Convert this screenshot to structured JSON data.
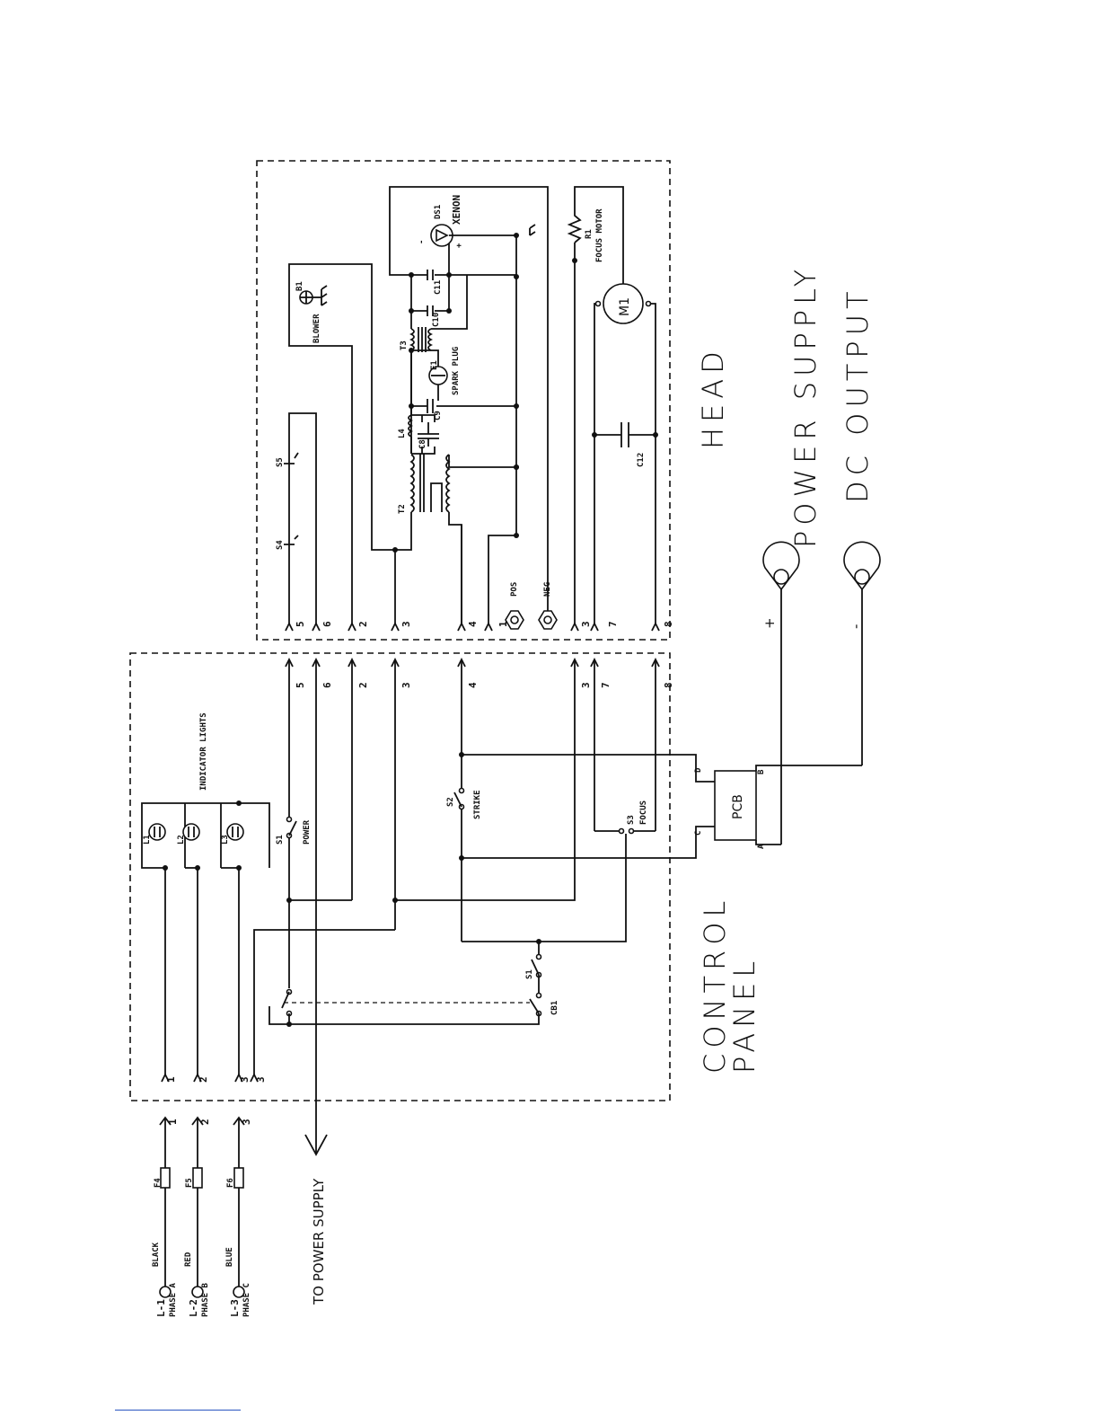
{
  "sections": {
    "head": "HEAD",
    "control_top": "CONTROL",
    "control_bottom": "PANEL",
    "dc_top": "POWER SUPPLY",
    "dc_bottom": "DC OUTPUT"
  },
  "misc": {
    "to_power_supply": "TO POWER SUPPLY",
    "indicator_lights": "INDICATOR LIGHTS",
    "pos": "POS",
    "neg": "NEG",
    "plus": "+",
    "minus": "-"
  },
  "components": {
    "fuses": [
      "F4",
      "F5",
      "F6"
    ],
    "line_phases": [
      {
        "line": "L-1",
        "phase": "PHASE A",
        "color": "BLACK"
      },
      {
        "line": "L-2",
        "phase": "PHASE B",
        "color": "RED"
      },
      {
        "line": "L-3",
        "phase": "PHASE C",
        "color": "BLUE"
      }
    ],
    "lamps": [
      "L1",
      "L2",
      "L3"
    ],
    "s1": "S1",
    "power": "POWER",
    "s1b": "S1",
    "cb1": "CB1",
    "s2": "S2",
    "strike": "STRIKE",
    "s3": "S3",
    "focus": "FOCUS",
    "pcb": "PCB",
    "pcb_a": "A",
    "pcb_b": "B",
    "pcb_c": "C",
    "pcb_d": "D",
    "s4": "S4",
    "s5": "S5",
    "t2": "T2",
    "l4": "L4",
    "c8": "C8",
    "c9": "C9",
    "e1": "E1",
    "spark_plug": "SPARK PLUG",
    "t3": "T3",
    "c10": "C10",
    "c11": "C11",
    "ds1": "DS1",
    "xenon": "XENON",
    "b1": "B1",
    "blower": "BLOWER",
    "r1": "R1",
    "m1": "M1",
    "focus_motor": "FOCUS MOTOR",
    "c12": "C12",
    "lamp_minus": "-",
    "lamp_plus": "+"
  },
  "head_terminals": [
    "5",
    "6",
    "2",
    "3",
    "4",
    "1",
    "3",
    "7",
    "8"
  ],
  "control_terminals": [
    "5",
    "6",
    "2",
    "3",
    "4",
    "3",
    "7",
    "8"
  ],
  "input_terminals": [
    "1",
    "2",
    "3"
  ],
  "bottom_terminals": [
    "1",
    "2",
    "3",
    "3"
  ]
}
